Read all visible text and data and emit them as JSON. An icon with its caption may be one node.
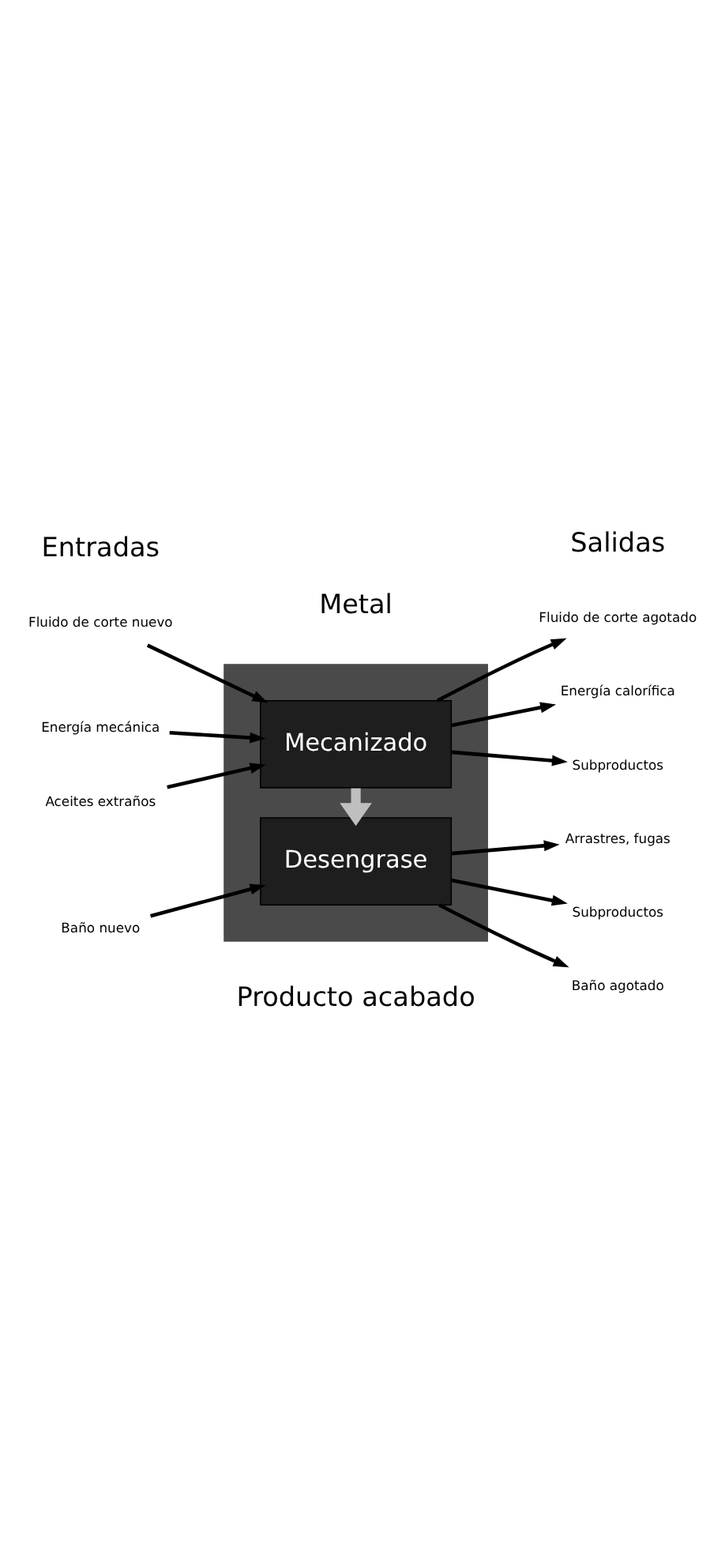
{
  "diagram": {
    "nodes": [
      {
        "text": [],
        "shape": "box"
      },
      {
        "text": [
          "Mecanizado"
        ],
        "in": 0
      },
      {
        "text": [
          "Desengrase"
        ],
        "in": 0
      },
      {
        "text": [
          "Fluido de corte nuevo"
        ]
      },
      {
        "text": [
          "Energía mecánica"
        ]
      },
      {
        "text": [
          "Aceites extraños"
        ]
      },
      {
        "text": [
          "Baño nuevo"
        ]
      },
      {
        "text": [
          "Fluido de corte agotado"
        ]
      },
      {
        "text": [
          "Energía calorífica"
        ]
      },
      {
        "text": [
          "Subproductos"
        ]
      },
      {
        "text": [
          "Arrastres, fugas"
        ]
      },
      {
        "text": [
          "Subproductos"
        ]
      },
      {
        "text": [
          "Baño agotado"
        ]
      }
    ],
    "edges": [
      {
        "from": 3,
        "to": 1,
        "arrow": "to"
      },
      {
        "from": 4,
        "to": 1,
        "arrow": "to"
      },
      {
        "from": 5,
        "to": 1,
        "arrow": "to"
      },
      {
        "from": 6,
        "to": 2,
        "arrow": "to"
      },
      {
        "from": 1,
        "to": 2,
        "arrow": "to",
        "style": "thick",
        "color": "#bfbfbf"
      },
      {
        "from": 1,
        "to": 7,
        "arrow": "to"
      },
      {
        "from": 1,
        "to": 8,
        "arrow": "to"
      },
      {
        "from": 1,
        "to": 9,
        "arrow": "to"
      },
      {
        "from": 2,
        "to": 10,
        "arrow": "to"
      },
      {
        "from": 2,
        "to": 11,
        "arrow": "to"
      },
      {
        "from": 2,
        "to": 12,
        "arrow": "to"
      }
    ],
    "labels": [
      "Entradas",
      "Producto acabado",
      "Metal",
      "Salidas"
    ]
  }
}
